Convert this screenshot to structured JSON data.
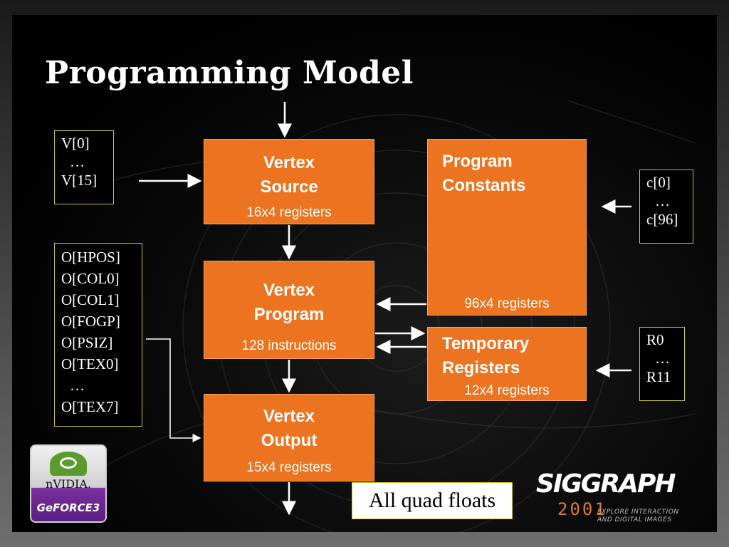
{
  "title": "Programming Model",
  "boxes": {
    "vertex_source": {
      "title1": "Vertex",
      "title2": "Source",
      "sub": "16x4 registers"
    },
    "vertex_program": {
      "title1": "Vertex",
      "title2": "Program",
      "sub": "128 instructions"
    },
    "vertex_output": {
      "title1": "Vertex",
      "title2": "Output",
      "sub": "15x4 registers"
    },
    "program_constants": {
      "title1": "Program",
      "title2": "Constants",
      "sub": "96x4 registers"
    },
    "temporary_registers": {
      "title1": "Temporary",
      "title2": "Registers",
      "sub": "12x4 registers"
    }
  },
  "registers": {
    "inputs": [
      "V[0]",
      "…",
      "V[15]"
    ],
    "outputs": [
      "O[HPOS]",
      "O[COL0]",
      "O[COL1]",
      "O[FOGP]",
      "O[PSIZ]",
      "O[TEX0]",
      "…",
      "O[TEX7]"
    ],
    "constants": [
      "c[0]",
      "…",
      "c[96]"
    ],
    "temps": [
      "R0",
      "…",
      "R11"
    ]
  },
  "note": "All quad floats",
  "logos": {
    "nvidia": {
      "brand": "nVIDIA.",
      "product": "GeFORCE3"
    },
    "siggraph": {
      "name": "SIGGRAPH",
      "year": "2001",
      "tagline1": "EXPLORE INTERACTION",
      "tagline2": "AND DIGITAL IMAGES"
    }
  },
  "colors": {
    "box": "#ec7421",
    "box_border": "#f6a560",
    "register_border": "#c9c23a",
    "background": "#000000"
  }
}
